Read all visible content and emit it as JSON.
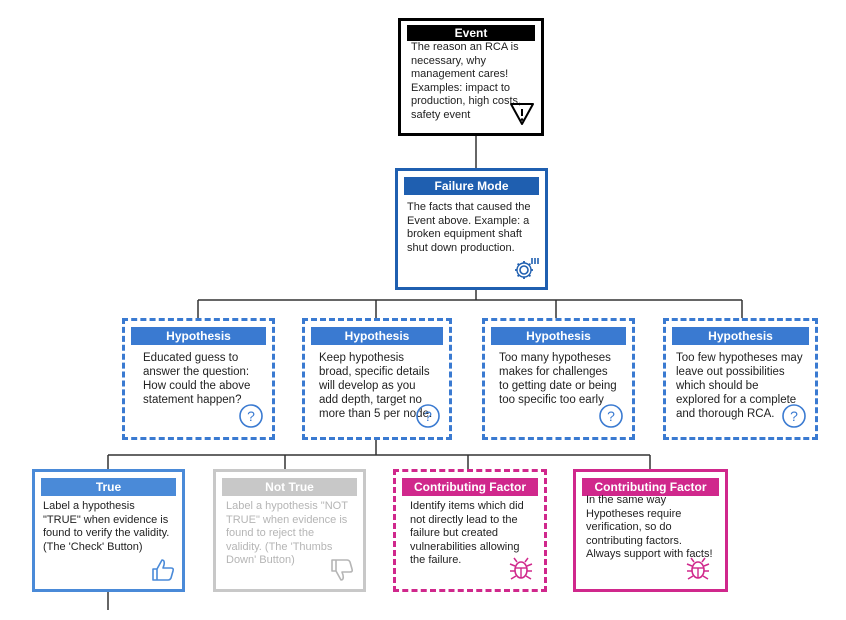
{
  "event": {
    "title": "Event",
    "text": "The reason an RCA is necessary, why management cares! Examples: impact to production, high costs, safety event",
    "icon": "warning-icon"
  },
  "failure_mode": {
    "title": "Failure Mode",
    "text": "The facts that caused the Event above. Example: a broken equipment shaft shut down production.",
    "icon": "gear-icon"
  },
  "hypotheses": [
    {
      "title": "Hypothesis",
      "text": "Educated guess to answer the question: How could the above statement happen?"
    },
    {
      "title": "Hypothesis",
      "text": "Keep hypothesis broad, specific details will develop as you add depth, target no more than 5 per node."
    },
    {
      "title": "Hypothesis",
      "text": "Too many hypotheses makes for challenges to getting date or being too specific too early"
    },
    {
      "title": "Hypothesis",
      "text": "Too few hypotheses may leave out possibilities which should be explored for a complete and thorough RCA."
    }
  ],
  "outcomes": {
    "true": {
      "title": "True",
      "text": "Label a hypothesis \"TRUE\" when evidence is found to verify the validity. (The 'Check' Button)",
      "icon": "thumbs-up-icon"
    },
    "not_true": {
      "title": "Not True",
      "text": "Label a hypothesis \"NOT TRUE\" when evidence is found to reject the validity. (The 'Thumbs Down' Button)",
      "icon": "thumbs-down-icon"
    },
    "contributing_1": {
      "title": "Contributing Factor",
      "text": "Identify items which did not directly lead to the failure but created vulnerabilities allowing the failure.",
      "icon": "bug-icon"
    },
    "contributing_2": {
      "title": "Contributing Factor",
      "text": "In the same way Hypotheses require verification, so do contributing factors. Always support with facts!",
      "icon": "bug-icon"
    }
  },
  "colors": {
    "black": "#000000",
    "blue": "#1f5fb0",
    "hypothesis_blue": "#3a7ad1",
    "true_blue": "#4a8ad8",
    "gray": "#c8c8c8",
    "magenta": "#d0288c"
  }
}
